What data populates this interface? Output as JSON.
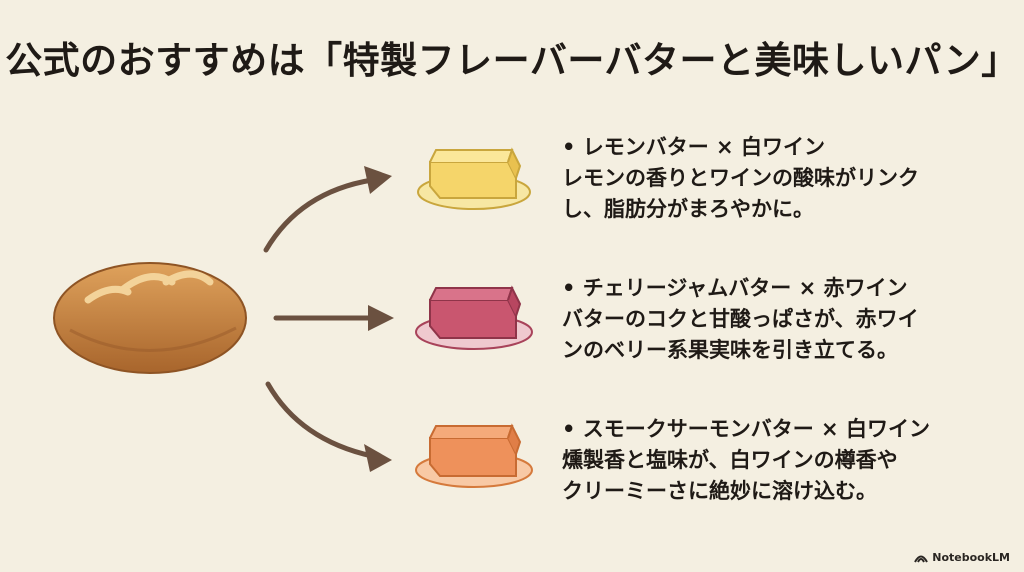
{
  "title": "公式のおすすめは「特製フレーバーバターと美味しいパン」",
  "pairings": [
    {
      "heading": "• レモンバター × 白ワイン",
      "description": "レモンの香りとワインの酸味がリンク\nし、脂肪分がまろやかに。",
      "butter_color": "#f5d56a",
      "icon": "lemon-butter-icon"
    },
    {
      "heading": "• チェリージャムバター × 赤ワイン",
      "description": "バターのコクと甘酸っぱさが、赤ワイ\nンのベリー系果実味を引き立てる。",
      "butter_color": "#c9566f",
      "icon": "cherry-jam-butter-icon"
    },
    {
      "heading": "• スモークサーモンバター × 白ワイン",
      "description": "燻製香と塩味が、白ワインの樽香や\nクリーミーさに絶妙に溶け込む。",
      "butter_color": "#ee915b",
      "icon": "smoked-salmon-butter-icon"
    }
  ],
  "icons": {
    "bread": "bread-loaf-icon",
    "arrow": "arrow-icon"
  },
  "colors": {
    "background": "#f4efe1",
    "arrow": "#6b5140",
    "bread": "#c98a45"
  },
  "watermark": "NotebookLM"
}
